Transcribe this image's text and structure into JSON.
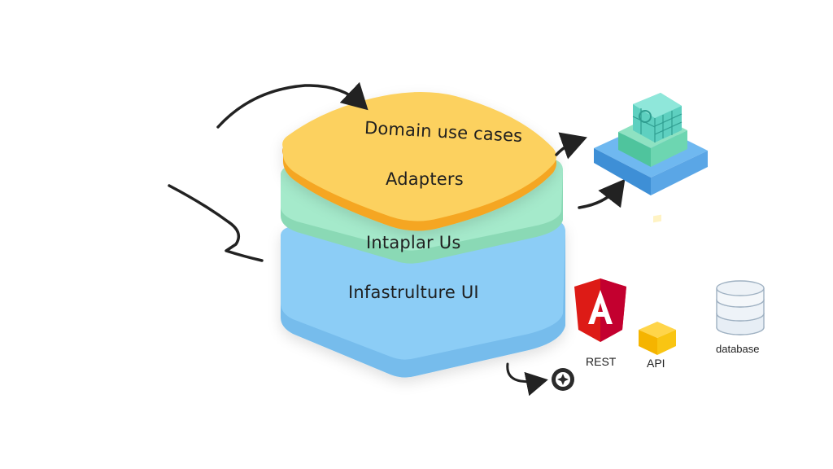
{
  "layers": [
    {
      "label": "Domain use cases",
      "color": "#fcd15e"
    },
    {
      "label": "Adapters",
      "color": "#fcd15e"
    },
    {
      "label": "Intaplar Us",
      "color": "#97e4c3"
    },
    {
      "label": "Infastrulture UI",
      "color": "#8ccdf6"
    }
  ],
  "tech": {
    "rest_label": "REST",
    "api_label": "API",
    "database_label": "database"
  },
  "colors": {
    "yellow": "#fcd15e",
    "orange": "#f5a623",
    "green": "#97e4c3",
    "blue": "#8ccdf6",
    "blue_dark": "#6fb7ea",
    "angular_red": "#dd1b16",
    "api_yellow": "#f9c513",
    "arrow": "#222222"
  },
  "icons": [
    "angular-icon",
    "api-cube-icon",
    "database-icon",
    "server-cube-icon",
    "compass-icon"
  ]
}
